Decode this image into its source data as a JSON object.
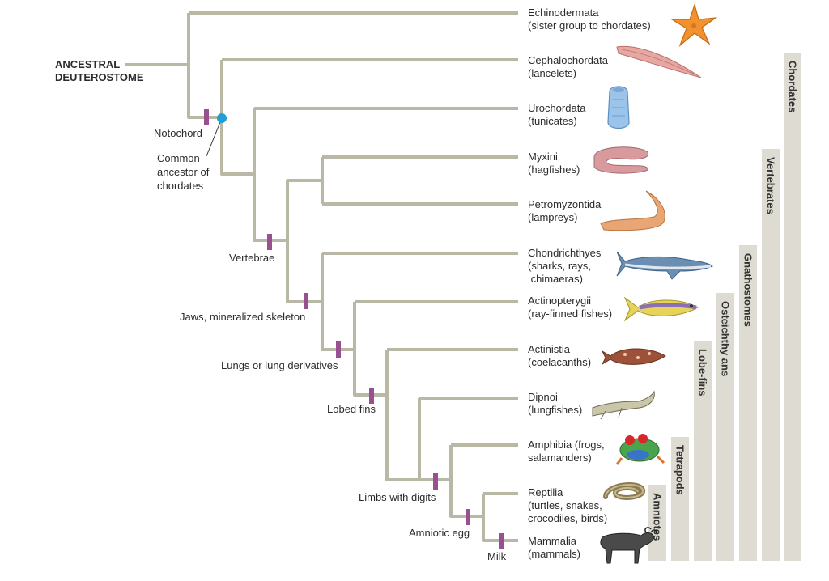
{
  "root_label": [
    "ANCESTRAL",
    "DEUTEROSTOME"
  ],
  "taxa": [
    {
      "name": "Echinodermata",
      "desc": [
        "(sister group to chordates)"
      ],
      "icon": "starfish-icon"
    },
    {
      "name": "Cephalochordata",
      "desc": [
        "(lancelets)"
      ],
      "icon": "lancelet-icon"
    },
    {
      "name": "Urochordata",
      "desc": [
        "(tunicates)"
      ],
      "icon": "tunicate-icon"
    },
    {
      "name": "Myxini",
      "desc": [
        "(hagfishes)"
      ],
      "icon": "hagfish-icon"
    },
    {
      "name": "Petromyzontida",
      "desc": [
        "(lampreys)"
      ],
      "icon": "lamprey-icon"
    },
    {
      "name": "Chondrichthyes",
      "desc": [
        "(sharks, rays,",
        " chimaeras)"
      ],
      "icon": "shark-icon"
    },
    {
      "name": "Actinopterygii",
      "desc": [
        "(ray-finned fishes)"
      ],
      "icon": "ray-finned-fish-icon"
    },
    {
      "name": "Actinistia",
      "desc": [
        "(coelacanths)"
      ],
      "icon": "coelacanth-icon"
    },
    {
      "name": "Dipnoi",
      "desc": [
        "(lungfishes)"
      ],
      "icon": "lungfish-icon"
    },
    {
      "name": "Amphibia (frogs,",
      "desc": [
        "salamanders)"
      ],
      "icon": "frog-icon"
    },
    {
      "name": "Reptilia",
      "desc": [
        "(turtles, snakes,",
        "crocodiles, birds)"
      ],
      "icon": "snake-icon"
    },
    {
      "name": "Mammalia",
      "desc": [
        "(mammals)"
      ],
      "icon": "wildebeest-icon"
    }
  ],
  "traits": {
    "notochord": "Notochord",
    "common_ancestor": [
      "Common",
      "ancestor of",
      "chordates"
    ],
    "vertebrae": "Vertebrae",
    "jaws": "Jaws, mineralized skeleton",
    "lungs": "Lungs or lung derivatives",
    "lobed_fins": "Lobed fins",
    "limbs": "Limbs with digits",
    "amniotic_egg": "Amniotic egg",
    "milk": "Milk"
  },
  "clades": [
    "Chordates",
    "Vertebrates",
    "Gnathostomes",
    "Osteichthy ans",
    "Lobe-fins",
    "Tetrapods",
    "Amniotes"
  ],
  "colors": {
    "branch": "#b9b8a4",
    "trait_mark": "#9a4f8e",
    "ancestor_dot": "#1e9fd6",
    "clade_bar": "#dedcd2"
  }
}
